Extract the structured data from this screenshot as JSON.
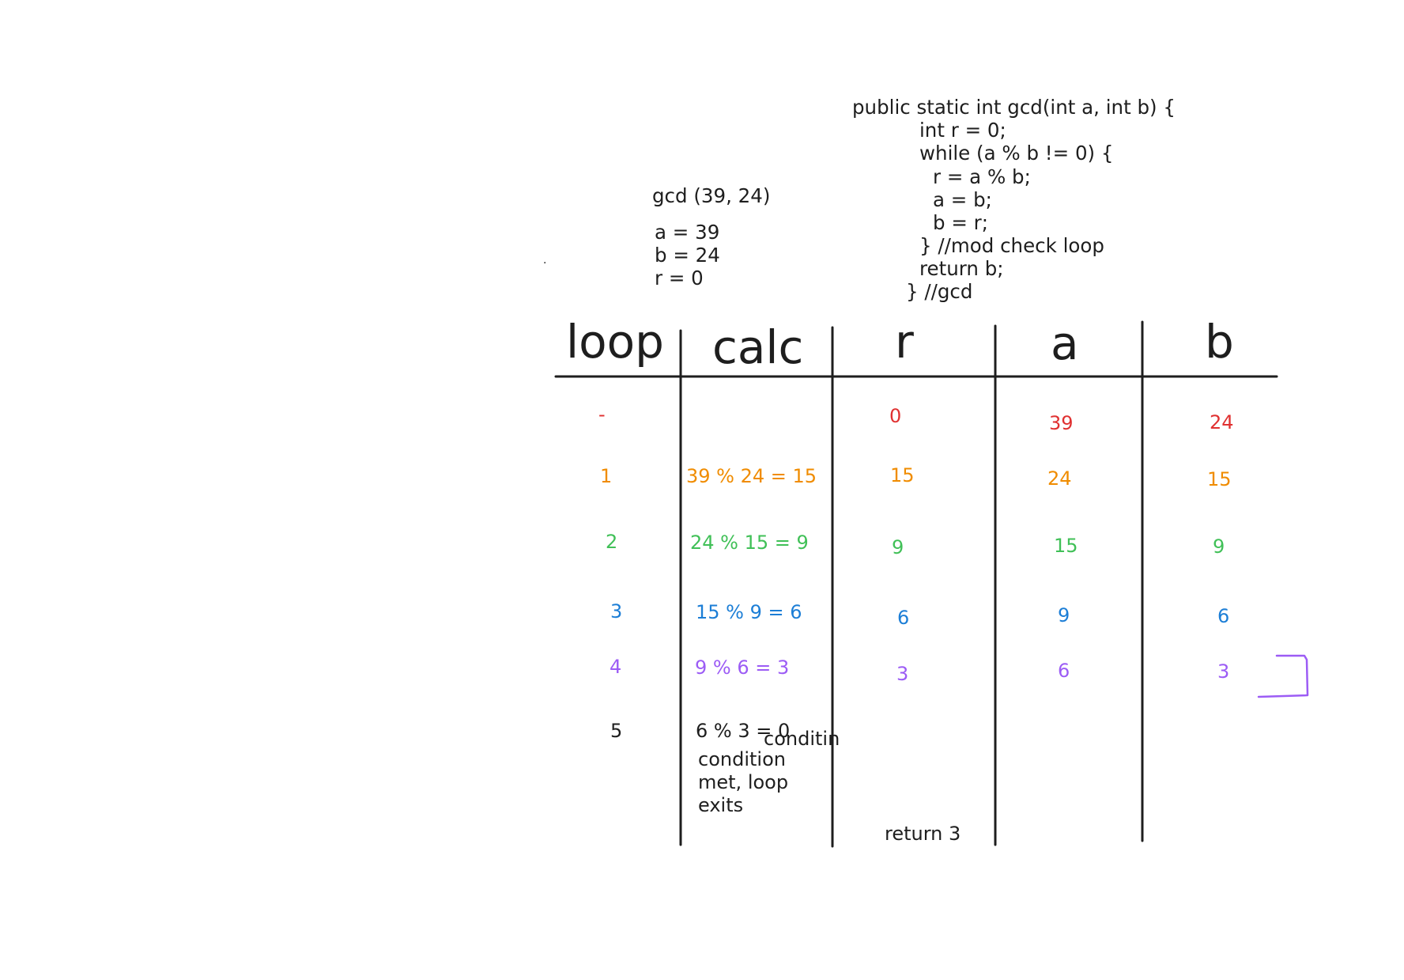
{
  "code": {
    "lines": [
      "public static int gcd(int a, int b) {",
      "int r = 0;",
      "while (a % b != 0) {",
      "r = a % b;",
      "a = b;",
      "b = r;",
      "} //mod check loop",
      "return b;",
      "} //gcd"
    ]
  },
  "call": {
    "label": "gcd (39, 24)",
    "a_init": "a = 39",
    "b_init": "b = 24",
    "r_init": "r = 0",
    "dot": "."
  },
  "table": {
    "headers": [
      "loop",
      "calc",
      "r",
      "a",
      "b"
    ],
    "rows": [
      {
        "loop": "-",
        "calc": "",
        "r": "0",
        "a": "39",
        "b": "24"
      },
      {
        "loop": "1",
        "calc": "39 % 24 = 15",
        "r": "15",
        "a": "24",
        "b": "15"
      },
      {
        "loop": "2",
        "calc": "24 % 15 = 9",
        "r": "9",
        "a": "15",
        "b": "9"
      },
      {
        "loop": "3",
        "calc": "15 % 9 = 6",
        "r": "6",
        "a": "9",
        "b": "6"
      },
      {
        "loop": "4",
        "calc": "9 % 6 = 3",
        "r": "3",
        "a": "6",
        "b": "3"
      },
      {
        "loop": "5",
        "calc": "6 % 3 = 0",
        "r": "",
        "a": "",
        "b": ""
      }
    ],
    "note_overlap": "conditin",
    "note": [
      "condition",
      "met, loop",
      "exits"
    ],
    "result": "return 3"
  },
  "colors": {
    "row0": "#e03131",
    "row1": "#f08c00",
    "row2": "#40c057",
    "row3": "#1c7ed6",
    "row4": "#9c5cf5",
    "ink": "#1e1e1e"
  }
}
